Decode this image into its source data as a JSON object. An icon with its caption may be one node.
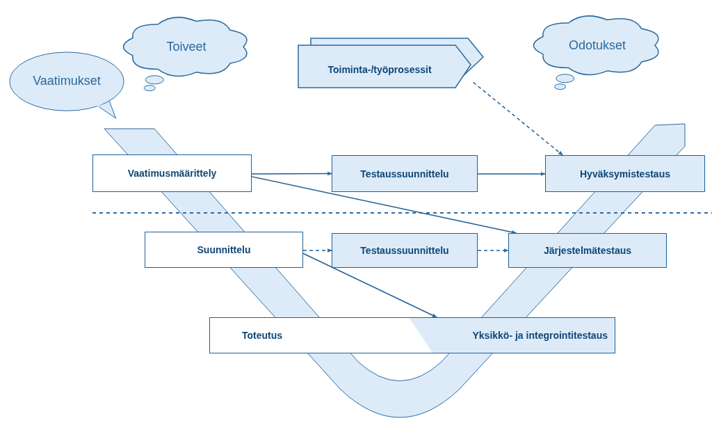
{
  "diagram": {
    "nodes": [
      {
        "text": [
          "Vaatimukset"
        ]
      },
      {
        "text": [
          "Toiveet"
        ]
      },
      {
        "text": [
          "Toiminta-/työprosessit"
        ]
      },
      {
        "text": [
          "Odotukset"
        ]
      },
      {
        "text": [
          "Vaatimusmäärittely"
        ]
      },
      {
        "text": [
          "Testaussuunnittelu"
        ]
      },
      {
        "text": [
          "Hyväksymistestaus"
        ]
      },
      {
        "text": [
          "Suunnittelu"
        ]
      },
      {
        "text": [
          "Testaussuunnittelu"
        ]
      },
      {
        "text": [
          "Järjestelmätestaus"
        ]
      },
      {
        "text": [
          "Toteutus",
          "Yksikkö- ja integrointitestaus"
        ]
      }
    ],
    "edges": [
      {
        "from": 4,
        "to": 5,
        "arrow": "to"
      },
      {
        "from": 5,
        "to": 6,
        "arrow": "to"
      },
      {
        "from": 4,
        "to": 9,
        "arrow": "to"
      },
      {
        "from": 2,
        "to": 6,
        "arrow": "to",
        "style": "dashed"
      },
      {
        "from": 7,
        "to": 8,
        "arrow": "to",
        "style": "dashed"
      },
      {
        "from": 8,
        "to": 9,
        "arrow": "to",
        "style": "dashed"
      },
      {
        "from": 7,
        "to": 10,
        "arrow": "to"
      }
    ]
  }
}
